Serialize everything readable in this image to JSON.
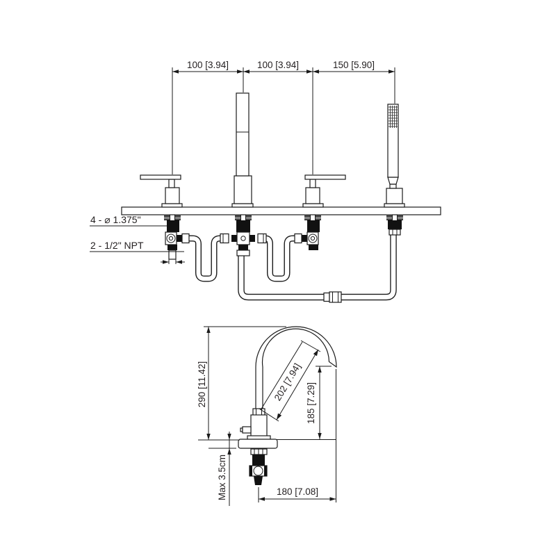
{
  "drawing": {
    "kind": "faucet installation dimension drawing",
    "views": [
      "front elevation with rough-in plumbing",
      "spout side profile"
    ]
  },
  "top_view": {
    "dims": {
      "spacing_left": "100 [3.94]",
      "spacing_mid": "100 [3.94]",
      "spacing_right": "150 [5.90]"
    },
    "labels": {
      "holes": "4 -  ⌀ 1.375\"",
      "npt": "2 - 1/2\" NPT"
    }
  },
  "side_view": {
    "dims": {
      "overall_height": "290 [11.42]",
      "spout_length": "202 [7.94]",
      "outlet_height": "185 [7.29]",
      "max_deck_thickness": "Max 3.5cm",
      "spout_reach": "180 [7.08]"
    }
  }
}
